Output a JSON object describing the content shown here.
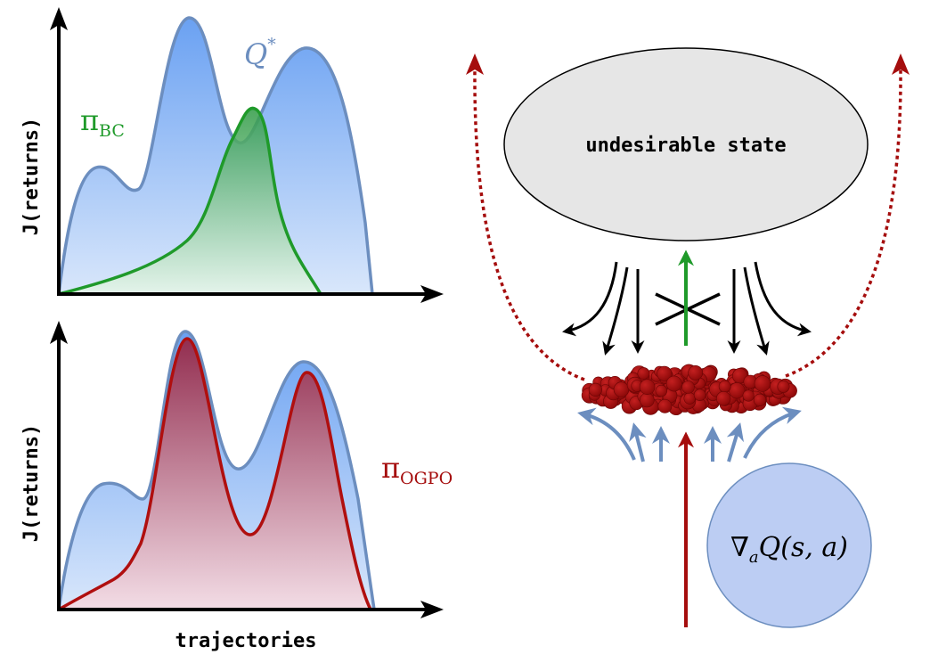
{
  "left_panels": {
    "ylabel": "J(returns)",
    "xlabel": "trajectories",
    "top": {
      "label_q": "Q",
      "label_q_sup": "*",
      "label_bc": "π",
      "label_bc_sub": "BC"
    },
    "bottom": {
      "label_ogpo": "π",
      "label_ogpo_sub": "OGPO"
    }
  },
  "right_diagram": {
    "undesirable_state": "undesirable state",
    "gradient_label_nabla": "∇",
    "gradient_label_sub": "a",
    "gradient_label_rest": "Q(s, a)"
  },
  "colors": {
    "blue_stroke": "#6c8ebf",
    "blue_fill": "#7eaaf2",
    "green": "#1f9a2a",
    "red": "#a50d0d",
    "gray_ellipse": "#e6e6e6",
    "circle_fill": "#bccdf3"
  }
}
